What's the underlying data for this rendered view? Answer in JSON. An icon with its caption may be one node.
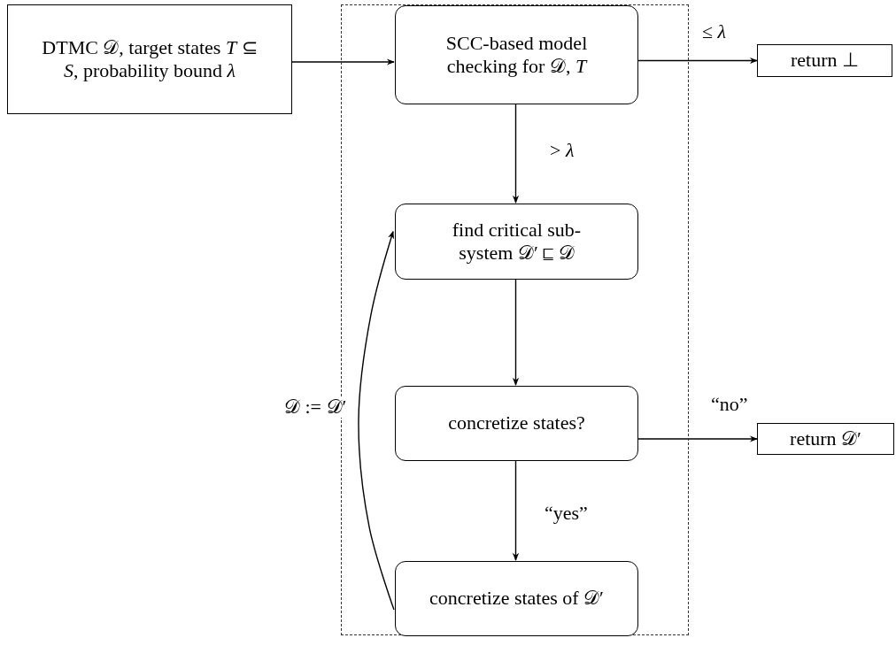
{
  "diagram": {
    "nodes": [
      {
        "text": [
          "DTMC 𝒟, target states *T* ⊆ *S*, probability bound *λ*"
        ]
      },
      {
        "text": [],
        "shape": "box"
      },
      {
        "text": [
          "SCC-based model checking for 𝒟, *T*"
        ],
        "in": 1
      },
      {
        "text": [
          "return ⊥"
        ]
      },
      {
        "text": [
          "find critical sub-system 𝒟′ ⊑ 𝒟"
        ],
        "in": 1
      },
      {
        "text": [
          "concretize states?"
        ],
        "in": 1
      },
      {
        "text": [
          "return 𝒟′"
        ]
      },
      {
        "text": [
          "concretize states of 𝒟′"
        ],
        "in": 1
      }
    ],
    "edges": [
      {
        "from": 0,
        "to": 2,
        "arrow": "to"
      },
      {
        "from": 2,
        "to": 3,
        "arrow": "to",
        "label": "≤ *λ*"
      },
      {
        "from": 2,
        "to": 4,
        "arrow": "to",
        "label": "> *λ*"
      },
      {
        "from": 4,
        "to": 5,
        "arrow": "to"
      },
      {
        "from": 5,
        "to": 6,
        "arrow": "to",
        "label": "“no”"
      },
      {
        "from": 5,
        "to": 7,
        "arrow": "to",
        "label": "“yes”"
      },
      {
        "from": 7,
        "to": 4,
        "arrow": "to",
        "label": "𝒟 := 𝒟′"
      }
    ]
  }
}
